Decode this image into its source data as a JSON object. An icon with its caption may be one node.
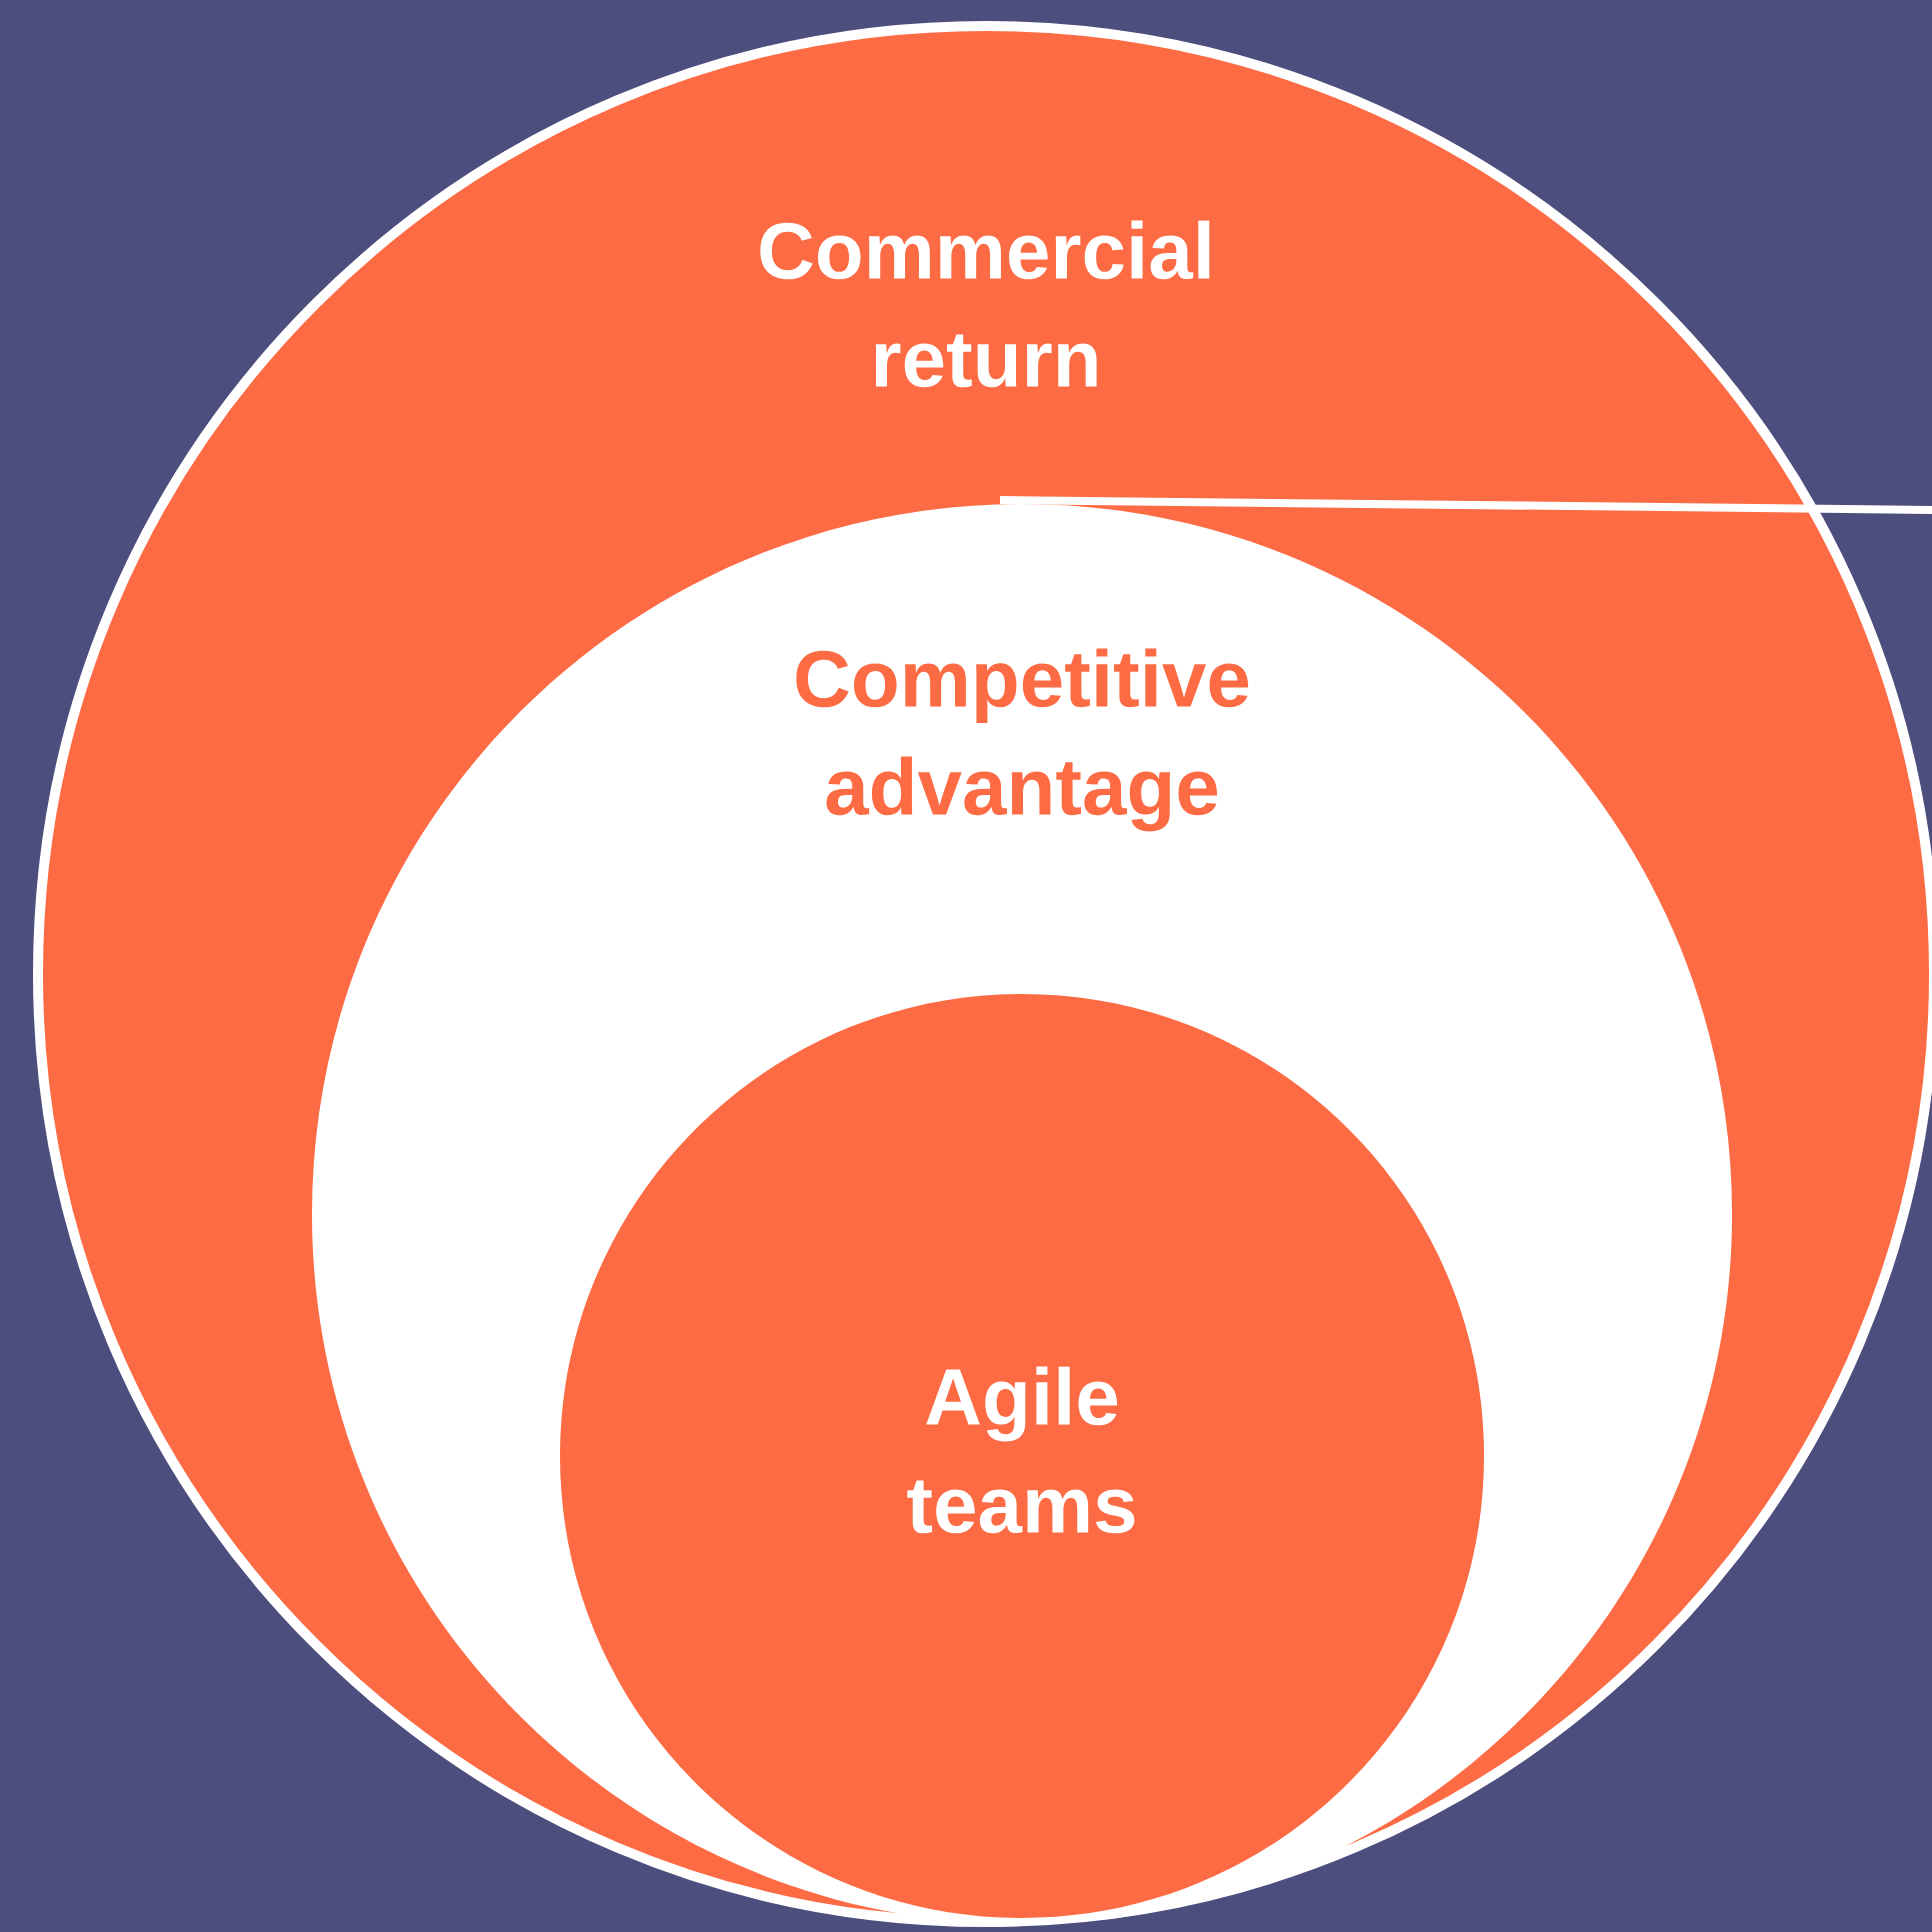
{
  "diagram": {
    "nodes": [
      {
        "text": [
          "Commercial return"
        ]
      },
      {
        "text": [
          "Competitive advantage"
        ],
        "in": 0
      },
      {
        "text": [
          "Agile teams"
        ],
        "in": 1
      }
    ]
  }
}
